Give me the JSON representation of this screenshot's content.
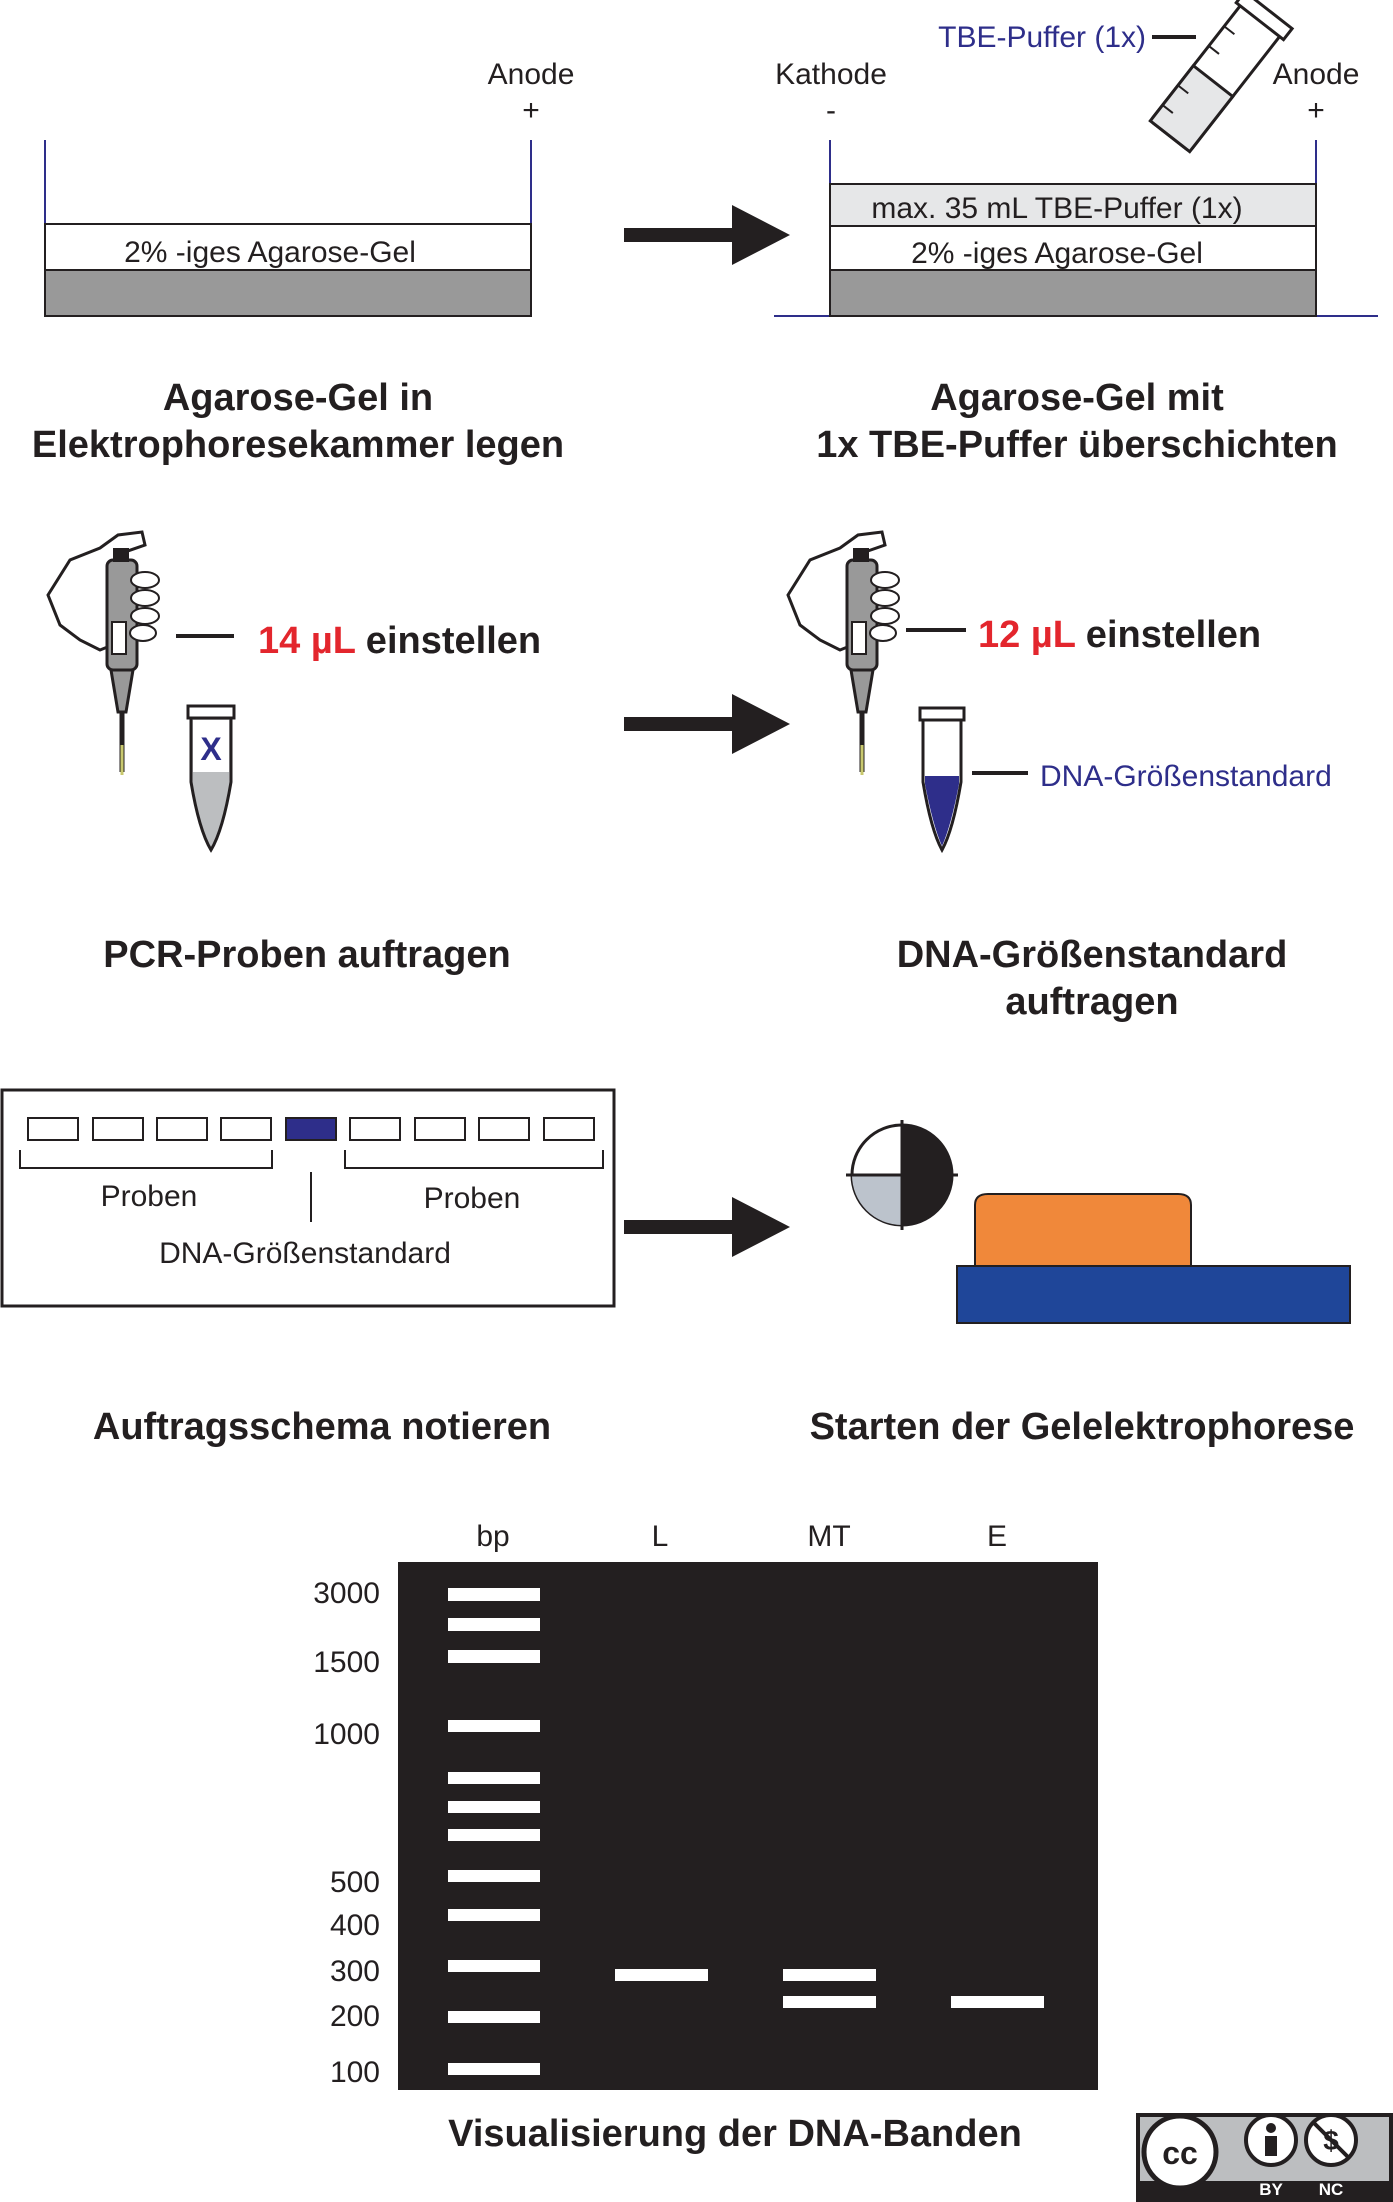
{
  "step1": {
    "anode_label": "Anode",
    "anode_sign": "+",
    "gel_label": "2% -iges Agarose-Gel",
    "caption_line1": "Agarose-Gel in",
    "caption_line2": "Elektrophoresekammer legen"
  },
  "step2": {
    "cathode_label": "Kathode",
    "cathode_sign": "-",
    "anode_label": "Anode",
    "anode_sign": "+",
    "tube_label": "TBE-Puffer (1x)",
    "buffer_label": "max. 35 mL TBE-Puffer (1x)",
    "gel_label": "2% -iges Agarose-Gel",
    "caption_line1": "Agarose-Gel mit",
    "caption_line2": "1x TBE-Puffer überschichten"
  },
  "step3": {
    "volume": "14 µL",
    "volume_suffix": " einstellen",
    "tube_mark": "X",
    "caption": "PCR-Proben auftragen"
  },
  "step4": {
    "volume": "12 µL",
    "volume_suffix": " einstellen",
    "tube_label": "DNA-Größenstandard",
    "caption_line1": "DNA-Größenstandard",
    "caption_line2": "auftragen"
  },
  "step5": {
    "left_group": "Proben",
    "right_group": "Proben",
    "ladder_label": "DNA-Größenstandard",
    "caption": "Auftragsschema notieren"
  },
  "step6": {
    "caption": "Starten der Gelelektrophorese"
  },
  "gel": {
    "lanes": [
      "bp",
      "L",
      "MT",
      "E"
    ],
    "bp_labels": [
      "3000",
      "1500",
      "1000",
      "500",
      "400",
      "300",
      "200",
      "100"
    ],
    "caption": "Visualisierung der DNA-Banden"
  },
  "license": {
    "cc": "cc",
    "by": "BY",
    "nc": "NC"
  },
  "colors": {
    "ink": "#231f20",
    "accent_blue": "#2e2e8a",
    "red": "#e3262d",
    "gel_grey": "#999999",
    "gel_black": "#231f20",
    "orange": "#f0883a",
    "navy": "#1f4699"
  }
}
